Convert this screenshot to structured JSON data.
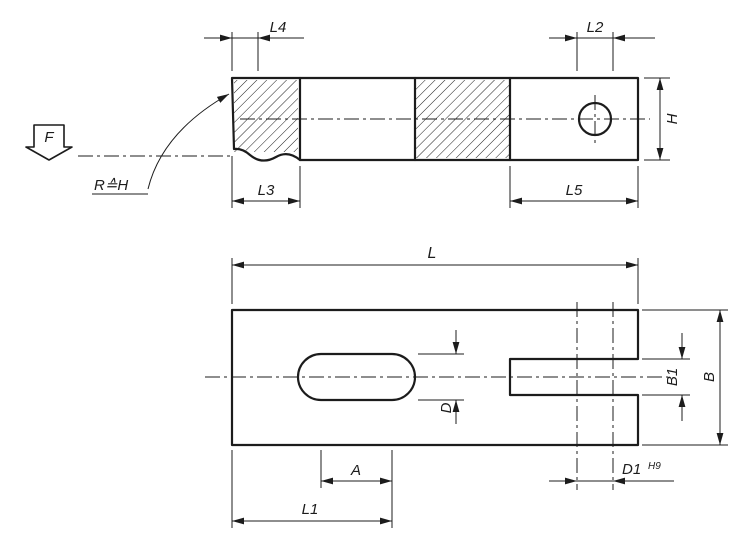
{
  "page": {
    "background": "#ffffff",
    "line_color": "#1c1c1c"
  },
  "top_view": {
    "labels": {
      "l4": "L4",
      "l2": "L2",
      "h": "H",
      "l3": "L3",
      "l5": "L5",
      "force": "F",
      "radius_note": "R≙H"
    }
  },
  "bottom_view": {
    "labels": {
      "l": "L",
      "d": "D",
      "a": "A",
      "l1": "L1",
      "d1": "D1",
      "d1_tolerance": "H9",
      "b1": "B1",
      "b": "B"
    }
  }
}
